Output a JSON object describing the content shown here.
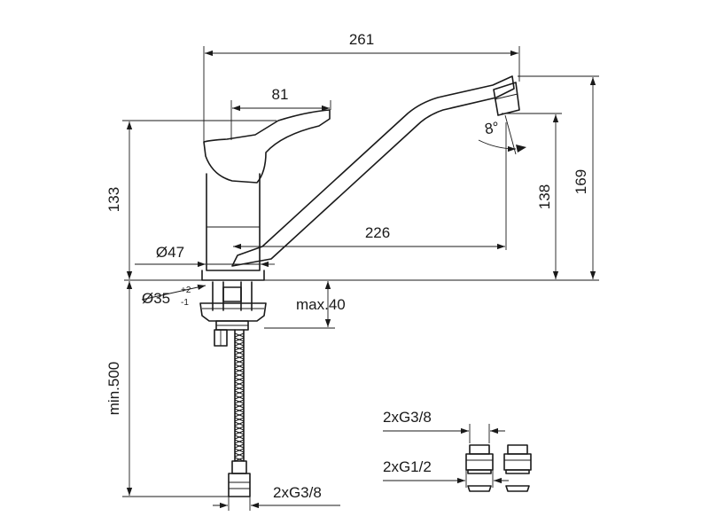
{
  "dimensions": {
    "spout_reach_total": "261",
    "lever_length": "81",
    "spout_reach": "226",
    "height_to_lever": "133",
    "outlet_height": "138",
    "total_height": "169",
    "base_diameter": "Ø47",
    "hole_diameter": "Ø35",
    "hole_tolerance_upper": "+2",
    "hole_tolerance_lower": "-1",
    "deck_thickness": "max.40",
    "hose_length": "min.500",
    "hose_connection": "2xG3/8",
    "spout_angle": "8°"
  },
  "adapters": {
    "top_thread": "2xG3/8",
    "bottom_thread": "2xG1/2"
  }
}
